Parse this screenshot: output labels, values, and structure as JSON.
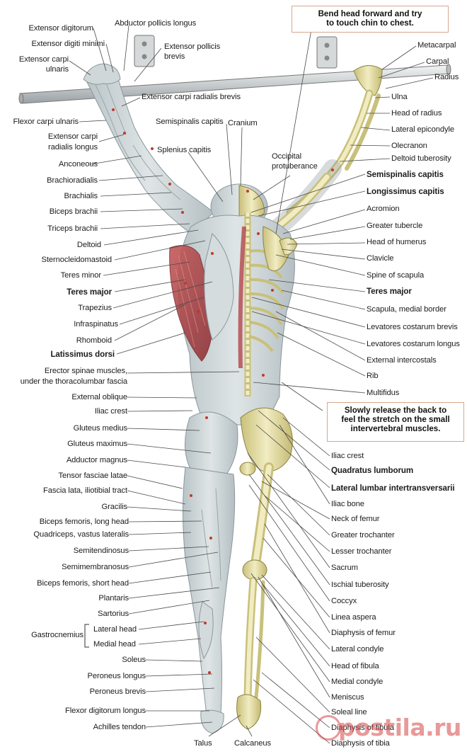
{
  "notes": {
    "top": [
      "Bend head forward and try",
      "to touch chin to chest."
    ],
    "middle": [
      "Slowly release the back to",
      "feel the stretch on the small",
      "intervertebral muscles."
    ]
  },
  "left_labels": [
    "Extensor digitorum",
    "Extensor digiti minimi",
    "Extensor carpi",
    "ulnaris",
    "Flexor carpi ulnaris",
    "Extensor carpi",
    "radialis longus",
    "Anconeous",
    "Brachioradialis",
    "Brachialis",
    "Biceps brachii",
    "Triceps brachii",
    "Deltoid",
    "Sternocleidomastoid",
    "Teres minor",
    "Teres major",
    "Trapezius",
    "Infraspinatus",
    "Rhomboid",
    "Latissimus dorsi",
    "Erector spinae muscles,",
    "under the thoracolumbar fascia",
    "External oblique",
    "Iliac crest",
    "Gluteus medius",
    "Gluteus maximus",
    "Adductor magnus",
    "Tensor fasciae latae",
    "Fascia lata, iliotibial tract",
    "Gracilis",
    "Biceps femoris, long head",
    "Quadriceps, vastus lateralis",
    "Semitendinosus",
    "Semimembranosus",
    "Biceps femoris, short head",
    "Plantaris",
    "Sartorius",
    "Gastrocnemius",
    "Lateral head",
    "Medial head",
    "Soleus",
    "Peroneus longus",
    "Peroneus brevis",
    "Flexor digitorum longus",
    "Achilles tendon"
  ],
  "top_labels": [
    "Abductor pollicis longus",
    "Extensor pollicis",
    "brevis",
    "Extensor carpi radialis brevis",
    "Semispinalis capitis",
    "Cranium",
    "Splenius capitis",
    "Occipital",
    "protuberance"
  ],
  "right_labels": [
    "Metacarpal",
    "Carpal",
    "Radius",
    "Ulna",
    "Head of radius",
    "Lateral epicondyle",
    "Olecranon",
    "Deltoid tuberosity",
    "Semispinalis capitis",
    "Longissimus capitis",
    "Acromion",
    "Greater tubercle",
    "Head of humerus",
    "Clavicle",
    "Spine of scapula",
    "Teres major",
    "Scapula, medial border",
    "Levatores costarum brevis",
    "Levatores costarum longus",
    "External intercostals",
    "Rib",
    "Multifidus",
    "Iliac crest",
    "Quadratus lumborum",
    "Lateral lumbar intertransversarii",
    "Iliac bone",
    "Neck of femur",
    "Greater trochanter",
    "Lesser trochanter",
    "Sacrum",
    "Ischial tuberosity",
    "Coccyx",
    "Linea aspera",
    "Diaphysis of femur",
    "Lateral condyle",
    "Head of fibula",
    "Medial condyle",
    "Meniscus",
    "Soleal line",
    "Diaphysis of fibula",
    "Diaphysis of tibia"
  ],
  "bottom_labels": [
    "Talus",
    "Calcaneus"
  ],
  "watermark": "postila.ru",
  "colors": {
    "leader": "#4a4a4a",
    "muscle": "#c9d2d4",
    "muscle_red": "#b4464a",
    "bone": "#e8e2ad",
    "note_border": "#d9a78e",
    "watermark": "#d64646"
  }
}
